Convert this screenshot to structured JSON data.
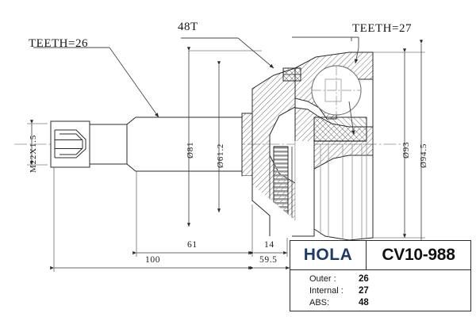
{
  "drawing": {
    "type": "cv-joint-technical-drawing",
    "callouts": [
      {
        "id": "teeth-left",
        "text": "TEETH=26"
      },
      {
        "id": "abs-teeth",
        "text": "48T"
      },
      {
        "id": "teeth-right",
        "text": "TEETH=27"
      }
    ],
    "vertical_dimensions": [
      {
        "id": "thread",
        "text": "M22X1.5"
      },
      {
        "id": "dia-81",
        "text": "Ø81"
      },
      {
        "id": "dia-61-2",
        "text": "Ø61.2"
      },
      {
        "id": "dia-93",
        "text": "Ø93"
      },
      {
        "id": "dia-94-5",
        "text": "Ø94.5"
      }
    ],
    "linear_dimensions": [
      {
        "id": "len-61",
        "text": "61"
      },
      {
        "id": "len-14",
        "text": "14"
      },
      {
        "id": "len-100",
        "text": "100"
      },
      {
        "id": "len-59-5",
        "text": "59.5"
      }
    ]
  },
  "title_block": {
    "brand": "HOLA",
    "part_number": "CV10-988",
    "brand_color": "#1F3A68",
    "specs": [
      {
        "label": "Outer :",
        "value": "26"
      },
      {
        "label": "Internal :",
        "value": "27"
      },
      {
        "label": "ABS:",
        "value": "48"
      }
    ]
  }
}
